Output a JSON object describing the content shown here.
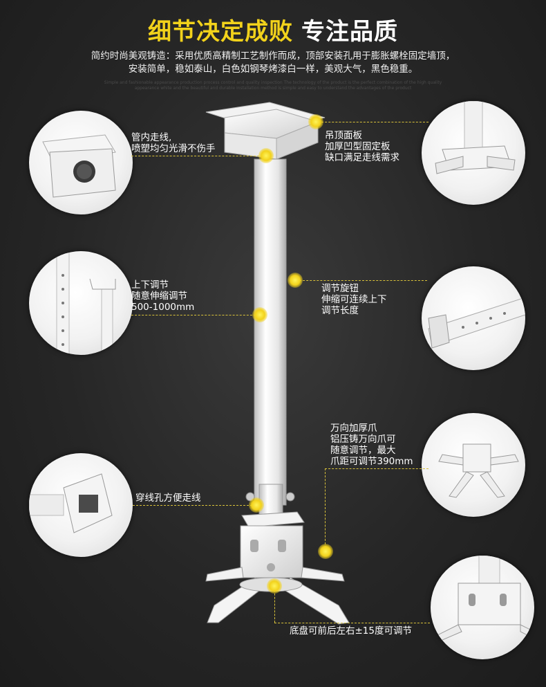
{
  "header": {
    "title_accent": "细节决定成败",
    "title_rest": "专注品质",
    "intro_line1": "简约时尚美观铸造：采用优质高精制工艺制作而成，顶部安装孔用于膨胀螺栓固定墙顶，",
    "intro_line2": "安装简单，稳如泰山，白色如钢琴烤漆白一样，美观大气，黑色稳重。",
    "faint_text": "Simple and fashionable appearance production process control and quality inspection The technology of the product is the perfect combination of the high quality appearance white and the beautiful and durable Installation method is simple and easy to understand the advantages of the product"
  },
  "callouts": {
    "pipe": {
      "line1": "管内走线,",
      "line2": "喷塑均匀光滑不伤手"
    },
    "ceiling": {
      "line1": "吊顶面板",
      "line2": "加厚凹型固定板",
      "line3": "缺口满足走线需求"
    },
    "adjust": {
      "line1": "上下调节",
      "line2": "随意伸缩调节",
      "line3": "500-1000mm"
    },
    "knob": {
      "line1": "调节旋钮",
      "line2": "伸缩可连续上下",
      "line3": "调节长度"
    },
    "claw": {
      "line1": "万向加厚爪",
      "line2": "铝压铸万向爪可",
      "line3": "随意调节，最大",
      "line4": "爪距可调节390mm"
    },
    "wire": {
      "line1": "穿线孔方便走线"
    },
    "base": {
      "line1": "底盘可前后左右±15度可调节"
    }
  },
  "colors": {
    "accent": "#f2d21b",
    "line": "#d9c23a",
    "background": "#262626"
  }
}
